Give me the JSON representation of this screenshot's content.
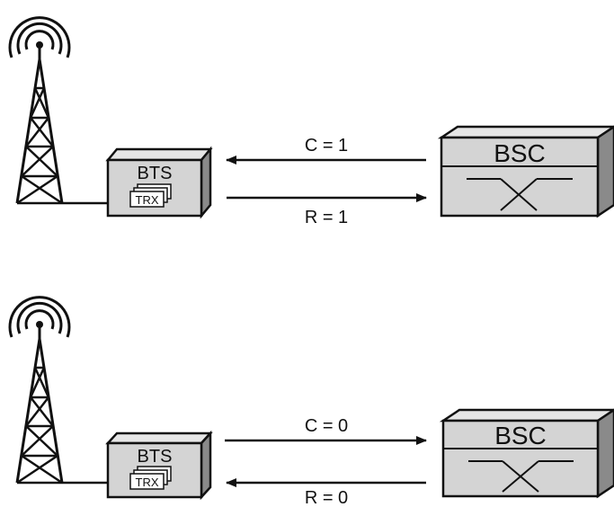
{
  "diagrams": [
    {
      "bts": {
        "label": "BTS",
        "trx_label": "TRX"
      },
      "bsc": {
        "label": "BSC"
      },
      "top_arrow": {
        "label": "C = 1",
        "direction": "left"
      },
      "bottom_arrow": {
        "label": "R = 1",
        "direction": "right"
      }
    },
    {
      "bts": {
        "label": "BTS",
        "trx_label": "TRX"
      },
      "bsc": {
        "label": "BSC"
      },
      "top_arrow": {
        "label": "C = 0",
        "direction": "right"
      },
      "bottom_arrow": {
        "label": "R = 0",
        "direction": "left"
      }
    }
  ]
}
